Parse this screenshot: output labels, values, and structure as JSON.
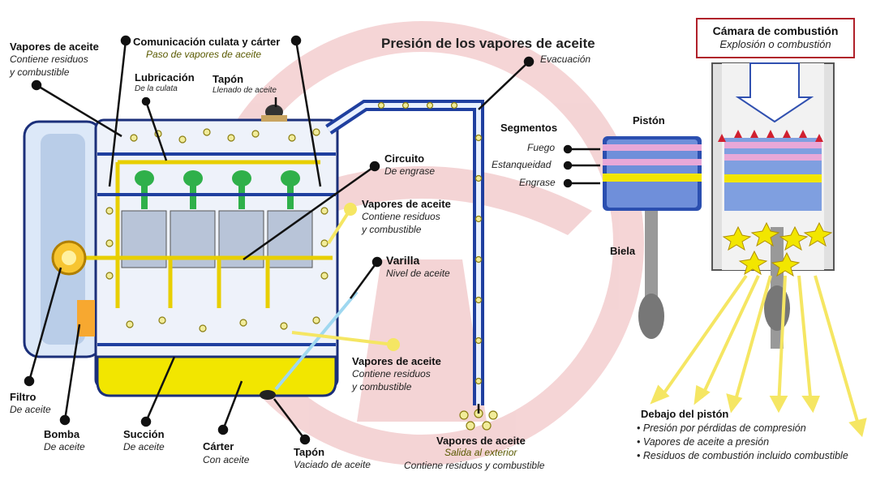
{
  "title": {
    "main": "Presión de los vapores de aceite",
    "sub": "Evacuación"
  },
  "engine_labels": {
    "vapores_top": {
      "title": "Vapores de aceite",
      "line1": "Contiene residuos",
      "line2": "y combustible"
    },
    "comunicacion": {
      "title": "Comunicación culata y cárter",
      "sub": "Paso de vapores de aceite"
    },
    "lubricacion": {
      "title": "Lubricación",
      "sub": "De la culata"
    },
    "tapon_top": {
      "title": "Tapón",
      "sub": "Llenado de aceite"
    },
    "circuito": {
      "title": "Circuito",
      "sub": "De engrase"
    },
    "vapores_mid": {
      "title": "Vapores de aceite",
      "line1": "Contiene residuos",
      "line2": "y combustible"
    },
    "varilla": {
      "title": "Varilla",
      "sub": "Nivel de aceite"
    },
    "vapores_low": {
      "title": "Vapores de aceite",
      "line1": "Contiene residuos",
      "line2": "y combustible"
    },
    "filtro": {
      "title": "Filtro",
      "sub": "De aceite"
    },
    "bomba": {
      "title": "Bomba",
      "sub": "De aceite"
    },
    "succion": {
      "title": "Succión",
      "sub": "De aceite"
    },
    "carter": {
      "title": "Cárter",
      "sub": "Con aceite"
    },
    "tapon_bottom": {
      "title": "Tapón",
      "sub": "Vaciado de aceite"
    },
    "vapores_exit": {
      "title": "Vapores de aceite",
      "sub": "Salida al exterior",
      "line2": "Contiene residuos y combustible"
    }
  },
  "piston_labels": {
    "segmentos": "Segmentos",
    "fuego": "Fuego",
    "estanqueidad": "Estanqueidad",
    "engrase": "Engrase",
    "piston": "Pistón",
    "biela": "Biela"
  },
  "camara": {
    "title": "Cámara de combustión",
    "sub": "Explosión o combustión",
    "debajo": "Debajo del pistón",
    "bullets": [
      "Presión por pérdidas de compresión",
      "Vapores de aceite a presión",
      "Residuos de combustión incluido combustible"
    ]
  },
  "colors": {
    "oil_yellow": "#f2e600",
    "pipe_blue": "#1f3f9f",
    "pointer_yellow": "#f5e663",
    "flame_red": "#d02030"
  }
}
